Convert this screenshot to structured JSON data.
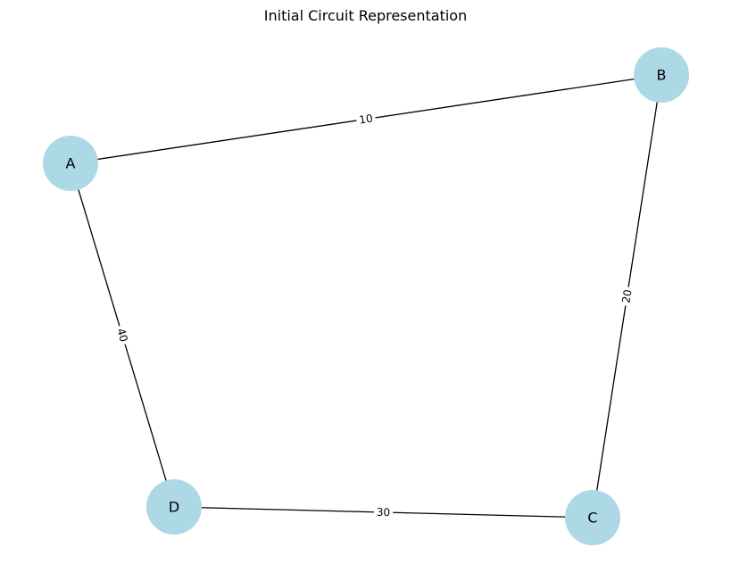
{
  "title": "Initial Circuit Representation",
  "colors": {
    "node_fill": "#add8e6",
    "edge": "#000000",
    "text": "#000000",
    "background": "#ffffff"
  },
  "nodes": [
    {
      "id": "A",
      "label": "A"
    },
    {
      "id": "B",
      "label": "B"
    },
    {
      "id": "C",
      "label": "C"
    },
    {
      "id": "D",
      "label": "D"
    }
  ],
  "edges": [
    {
      "source": "A",
      "target": "B",
      "weight": "10"
    },
    {
      "source": "B",
      "target": "C",
      "weight": "20"
    },
    {
      "source": "D",
      "target": "C",
      "weight": "30"
    },
    {
      "source": "A",
      "target": "D",
      "weight": "40"
    }
  ]
}
